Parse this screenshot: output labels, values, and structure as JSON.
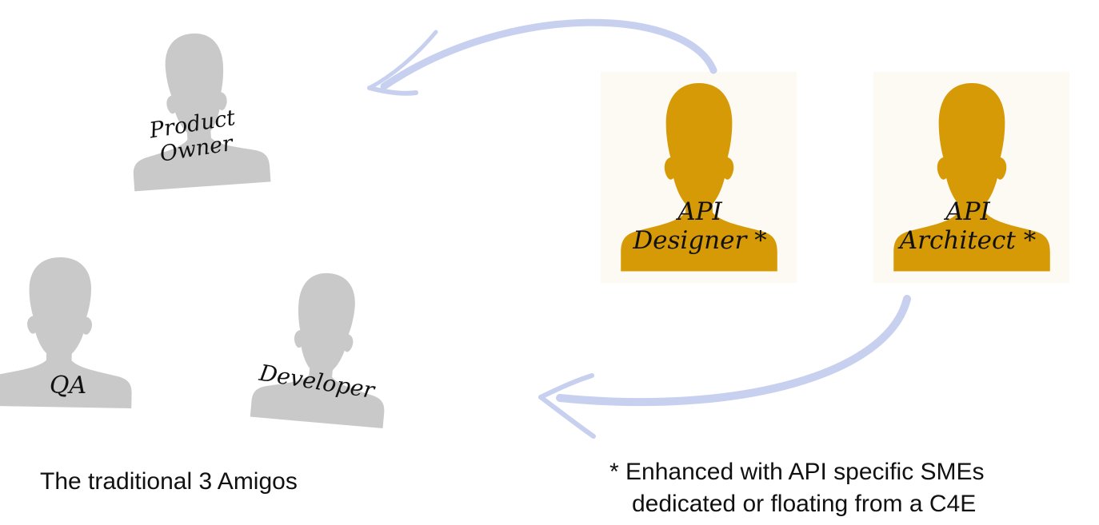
{
  "colors": {
    "gray_person": "#c9c9c9",
    "gold_person": "#d69a07",
    "tile_background": "#fdf9f3",
    "arrow": "#c8d0f0",
    "text": "#111111"
  },
  "roles": {
    "product_owner": {
      "line1": "Product",
      "line2": "Owner"
    },
    "qa": {
      "label": "QA"
    },
    "developer": {
      "label": "Developer"
    },
    "api_designer": {
      "line1": "API",
      "line2": "Designer *"
    },
    "api_architect": {
      "line1": "API",
      "line2": "Architect *"
    }
  },
  "captions": {
    "left": "The traditional 3 Amigos",
    "right_line1": "* Enhanced  with API specific SMEs",
    "right_line2": "dedicated or floating from a C4E"
  },
  "icons": {
    "person": "person-silhouette-icon",
    "arrow": "curved-arrow-icon"
  }
}
